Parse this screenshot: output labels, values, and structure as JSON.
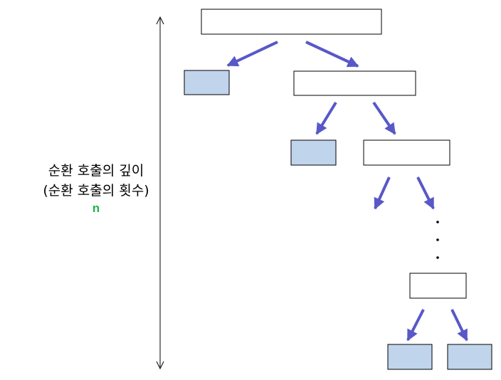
{
  "labels": {
    "depth_line1": "순환 호출의 깊이",
    "depth_line2": "(순환 호출의 횟수)",
    "variable": "n"
  },
  "colors": {
    "arrow": "#5858c8",
    "leaf_fill": "#c0d4ec",
    "node_fill": "#ffffff",
    "border": "#000000",
    "variable": "#22b14c"
  }
}
